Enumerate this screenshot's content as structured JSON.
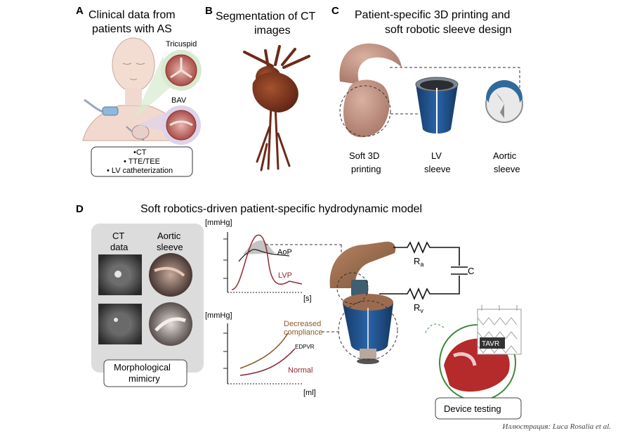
{
  "panels": {
    "A": {
      "letter": "A",
      "title_line1": "Clinical data from",
      "title_line2": "patients with AS",
      "valve_top": "Tricuspid",
      "valve_bottom": "BAV",
      "modalities": [
        "•CT",
        "• TTE/TEE",
        "• LV catheterization"
      ]
    },
    "B": {
      "letter": "B",
      "title_line1": "Segmentation of CT",
      "title_line2": "images"
    },
    "C": {
      "letter": "C",
      "title_line1": "Patient-specific 3D printing and",
      "title_line2": "soft robotic sleeve design",
      "items": [
        {
          "line1": "Soft 3D",
          "line2": "printing"
        },
        {
          "line1": "LV",
          "line2": "sleeve"
        },
        {
          "line1": "Aortic",
          "line2": "sleeve"
        }
      ]
    },
    "D": {
      "letter": "D",
      "title": "Soft robotics-driven patient-specific hydrodynamic model",
      "col1_line1": "CT",
      "col1_line2": "data",
      "col2_line1": "Aortic",
      "col2_line2": "sleeve",
      "mimicry_line1": "Morphological",
      "mimicry_line2": "mimicry",
      "pressure_plot": {
        "ylabel": "[mmHg]",
        "xlabel": "[s]",
        "label_aop": "AoP",
        "label_lvp": "LVP"
      },
      "pv_plot": {
        "ylabel": "[mmHg]",
        "xlabel": "[ml]",
        "label_dc1": "Decreased",
        "label_dc2": "compliance",
        "label_edpvr": "EDPVR",
        "label_normal": "Normal"
      },
      "circuit": {
        "ra": "R",
        "ra_sub": "a",
        "rv": "R",
        "rv_sub": "v",
        "c": "C"
      },
      "tavr_label": "TAVR",
      "device_testing": "Device testing"
    }
  },
  "credit": "Иллюстрация: Luca Rosalia et al.",
  "colors": {
    "tissue": "#c79a86",
    "lv_sleeve": "#1f4f8c",
    "aorta_print": "#9c6b4f",
    "heart": "#8a3a22",
    "lvp": "#8e2a32",
    "green": "#3e8a3a",
    "orange_text": "#8c5a2a"
  }
}
